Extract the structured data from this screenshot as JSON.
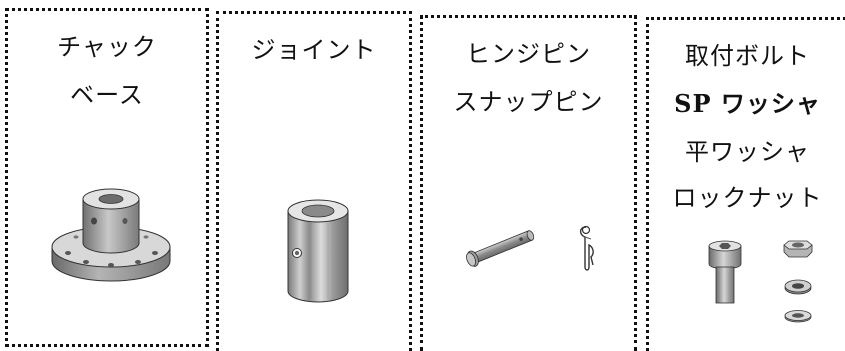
{
  "panels": [
    {
      "lines": [
        "チャック",
        "ベース"
      ]
    },
    {
      "lines": [
        "ジョイント"
      ]
    },
    {
      "lines": [
        "ヒンジピン",
        "スナップピン"
      ]
    },
    {
      "lines": [
        "取付ボルト",
        "SP ワッシャ",
        "平ワッシャ",
        "ロックナット"
      ]
    }
  ],
  "colors": {
    "border": "#111111",
    "metal_light": "#e6e6e6",
    "metal_mid": "#a9a9a9",
    "metal_dark": "#5a5a5a"
  }
}
